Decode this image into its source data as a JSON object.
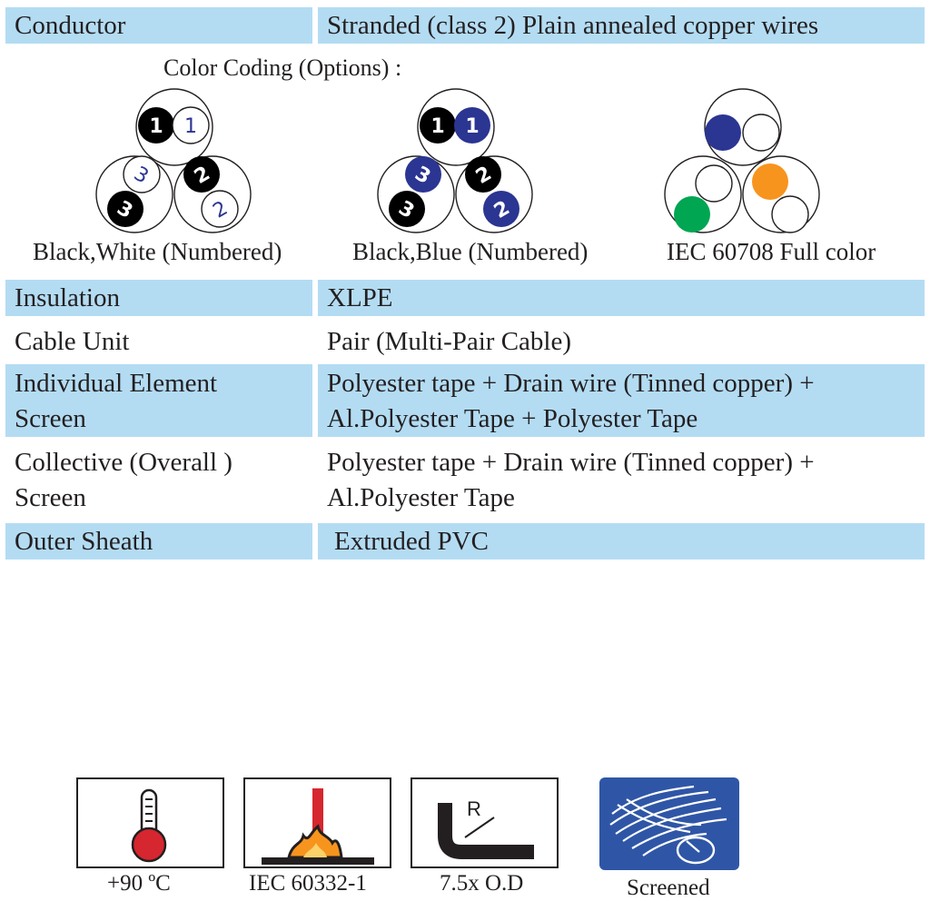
{
  "table": {
    "conductor": {
      "label": "Conductor",
      "value": "Stranded (class 2) Plain annealed copper wires"
    },
    "insulation": {
      "label": "Insulation",
      "value": "XLPE"
    },
    "cable_unit": {
      "label": "Cable Unit",
      "value": "Pair (Multi-Pair Cable)"
    },
    "individual_screen": {
      "label_line1": "Individual Element",
      "label_line2": "Screen",
      "value_line1": "Polyester tape + Drain wire (Tinned copper) +",
      "value_line2": "Al.Polyester Tape + Polyester Tape"
    },
    "collective_screen": {
      "label_line1": "Collective (Overall )",
      "label_line2": "Screen",
      "value_line1": "Polyester tape + Drain wire (Tinned copper) +",
      "value_line2": "Al.Polyester Tape"
    },
    "outer_sheath": {
      "label": "Outer Sheath",
      "value": "Extruded PVC"
    }
  },
  "color_coding": {
    "title": "Color Coding (Options) :",
    "options": [
      {
        "caption": "Black,White (Numbered)",
        "numbers": [
          "1",
          "1",
          "2",
          "2",
          "3",
          "3"
        ],
        "colors": [
          "#000000",
          "#ffffff"
        ]
      },
      {
        "caption": "Black,Blue (Numbered)",
        "numbers": [
          "1",
          "1",
          "2",
          "2",
          "3",
          "3"
        ],
        "colors": [
          "#000000",
          "#2b3592"
        ]
      },
      {
        "caption": "IEC 60708 Full color",
        "colors": [
          "#2b3592",
          "#ffffff",
          "#f7941d",
          "#ffffff",
          "#00a651",
          "#ffffff"
        ]
      }
    ]
  },
  "icons": [
    {
      "icon": "thermometer-icon",
      "caption": "+90 ºC"
    },
    {
      "icon": "flame-test-icon",
      "caption": "IEC 60332-1"
    },
    {
      "icon": "bend-radius-icon",
      "caption": "7.5x O.D",
      "symbol": "R"
    },
    {
      "icon": "screened-icon",
      "caption": "Screened"
    }
  ],
  "colors": {
    "row_shade": "#b3dcf3",
    "text": "#231f20",
    "blue": "#2b3592",
    "screen_blue": "#2f56a6",
    "flame_red": "#d6262f"
  }
}
